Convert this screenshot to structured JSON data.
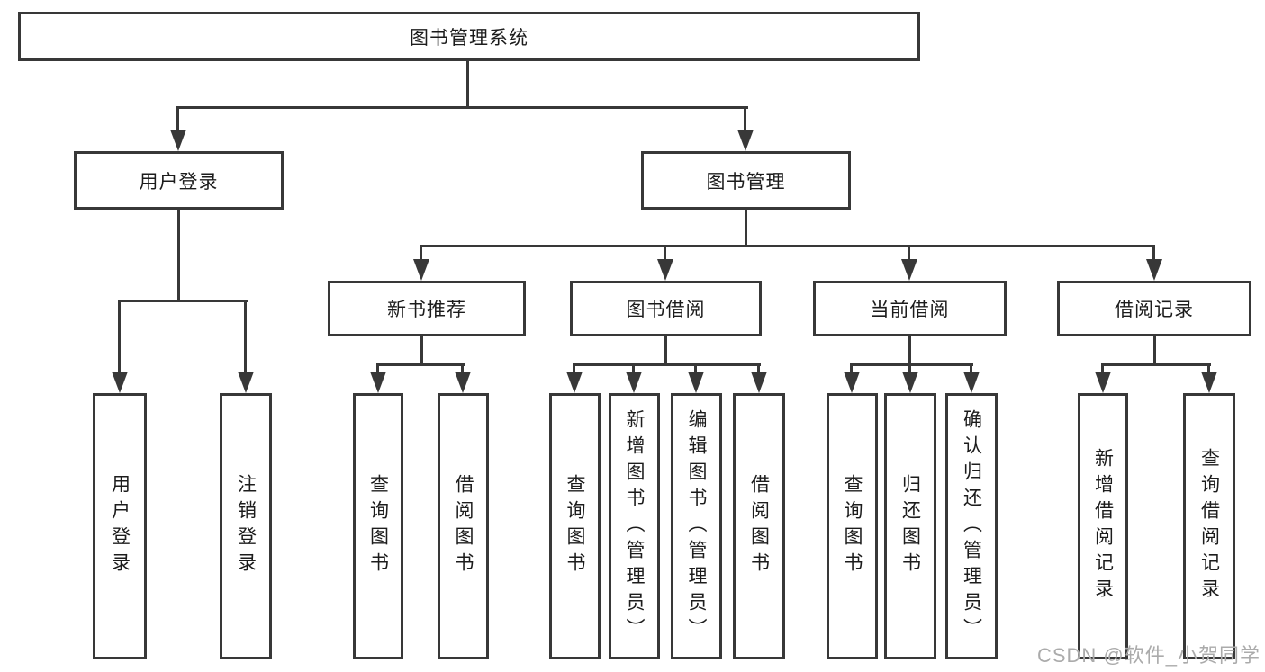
{
  "nodes": {
    "root": "图书管理系统",
    "l2": [
      "用户登录",
      "图书管理"
    ],
    "l3": [
      "新书推荐",
      "图书借阅",
      "当前借阅",
      "借阅记录"
    ],
    "leaves": {
      "g1": [
        "用户登录",
        "注销登录"
      ],
      "g2": [
        "查询图书",
        "借阅图书"
      ],
      "g3": [
        "查询图书",
        "新增图书（管理员）",
        "编辑图书（管理员）",
        "借阅图书"
      ],
      "g4": [
        "查询图书",
        "归还图书",
        "确认归还（管理员）"
      ],
      "g5": [
        "新增借阅记录",
        "查询借阅记录"
      ]
    }
  },
  "watermark": "CSDN @软件_小贺同学",
  "colors": {
    "line": "#383838",
    "text": "#1c1c1c",
    "watermark": "#ababab"
  }
}
